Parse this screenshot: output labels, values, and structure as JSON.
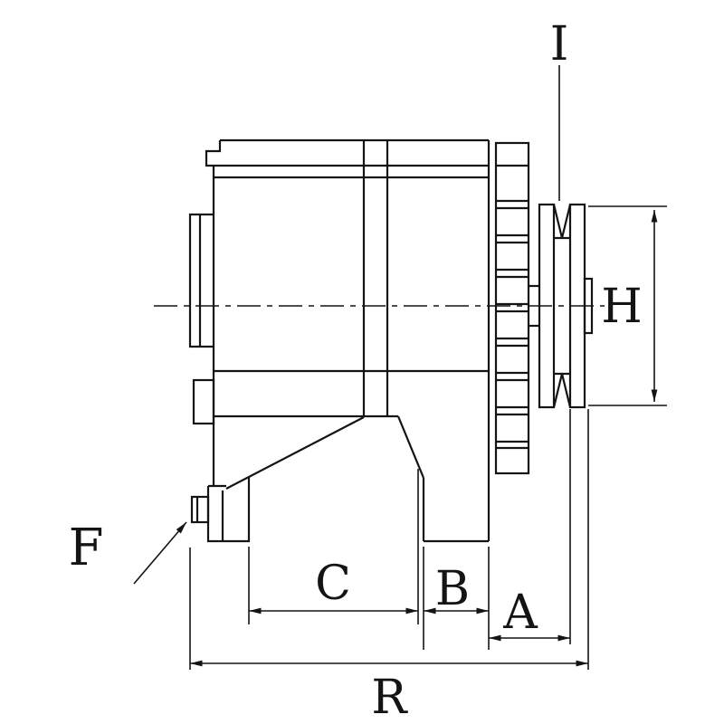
{
  "drawing": {
    "kind": "engineering-line-drawing",
    "subject": "Alternator side view with pulley and dimension callouts",
    "background_color": "#ffffff",
    "line_color": "#141414",
    "labels": {
      "I": "I",
      "H": "H",
      "F": "F",
      "C": "C",
      "B": "B",
      "A": "A",
      "R": "R"
    }
  }
}
